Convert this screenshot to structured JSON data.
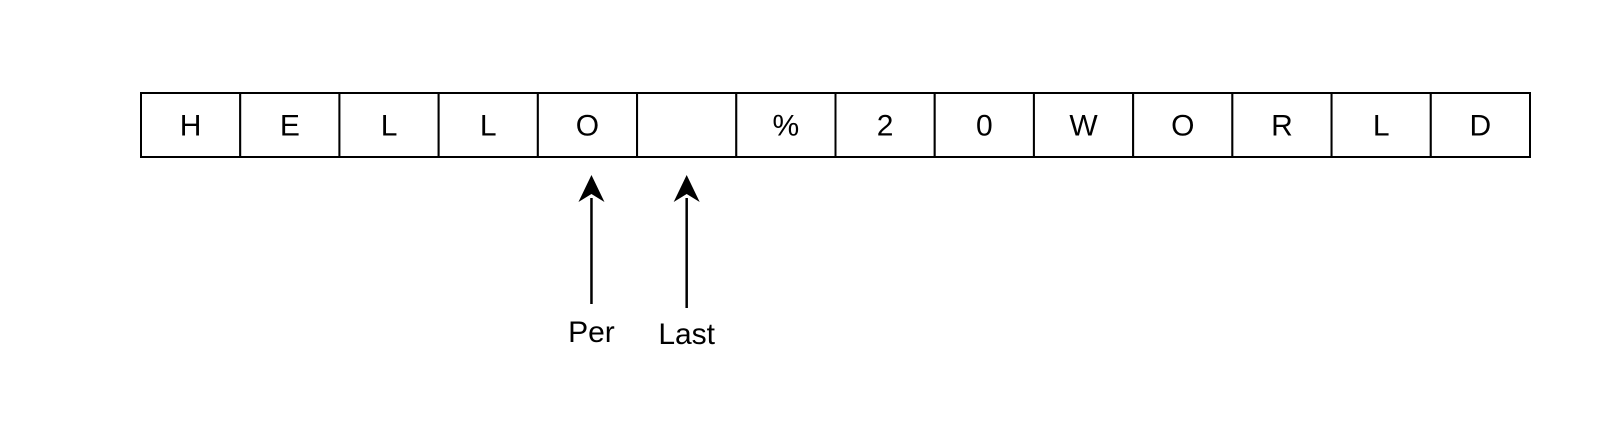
{
  "array": {
    "cells": [
      "H",
      "E",
      "L",
      "L",
      "O",
      "",
      "%",
      "2",
      "0",
      "W",
      "O",
      "R",
      "L",
      "D"
    ]
  },
  "pointers": [
    {
      "label": "Per",
      "cell_index": 4
    },
    {
      "label": "Last",
      "cell_index": 5
    }
  ]
}
